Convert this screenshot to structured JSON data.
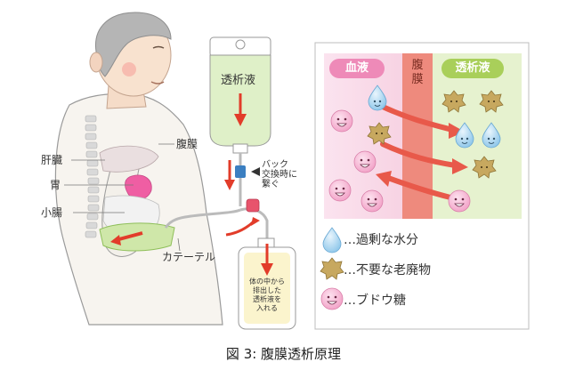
{
  "figure": {
    "caption": "図 3:  腹膜透析原理",
    "labels": {
      "dialysate_bag": "透析液",
      "peritoneum": "腹膜",
      "liver": "肝臓",
      "stomach": "胃",
      "small_intestine": "小腸",
      "catheter": "カテーテル",
      "bag_exchange": [
        "バック",
        "交換時に",
        "繋ぐ"
      ],
      "drain_bag": [
        "体の中から",
        "排出した",
        "透析液を",
        "入れる"
      ]
    },
    "panel": {
      "blood_header": "血液",
      "membrane_header": [
        "腹",
        "膜"
      ],
      "dialysate_header": "透析液",
      "legend": [
        {
          "icon": "water-drop-icon",
          "text": "…過剰な水分"
        },
        {
          "icon": "waste-particle-icon",
          "text": "…不要な老廃物"
        },
        {
          "icon": "glucose-smiley-icon",
          "text": "…ブドウ糖"
        }
      ]
    },
    "colors": {
      "arrow_red": "#e23c2a",
      "blood_pink": "#f6cde0",
      "membrane": "#ee8a7d",
      "dialysate_green": "#e6f2cf",
      "dialysate_header": "#a9cf5a",
      "blood_header": "#ee8ab8"
    }
  }
}
